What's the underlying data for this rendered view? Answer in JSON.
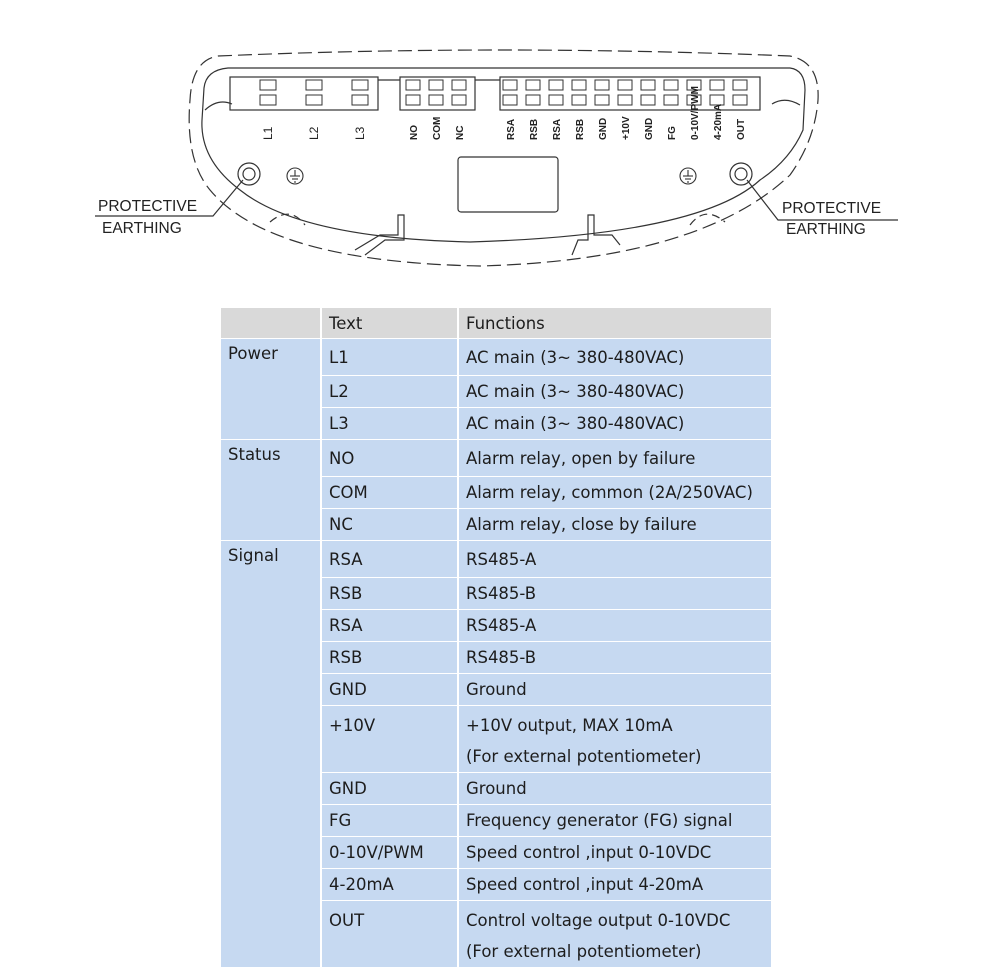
{
  "diagram": {
    "terminal_labels": [
      "L1",
      "L2",
      "L3",
      "NO",
      "COM",
      "NC",
      "RSA",
      "RSB",
      "RSA",
      "RSB",
      "GND",
      "+10V",
      "GND",
      "FG",
      "0-10V/PWM",
      "4-20mA",
      "OUT"
    ],
    "protective_earthing_left": {
      "line1": "PROTECTIVE",
      "line2": "EARTHING"
    },
    "protective_earthing_right": {
      "line1": "PROTECTIVE",
      "line2": "EARTHING"
    },
    "earth_icon": "earth-ground-icon"
  },
  "table": {
    "headers": [
      "",
      "Text",
      "Functions"
    ],
    "groups": [
      {
        "name": "Power",
        "rows": [
          {
            "text": "L1",
            "function": "AC main (3~ 380-480VAC)"
          },
          {
            "text": "L2",
            "function": "AC main (3~ 380-480VAC)"
          },
          {
            "text": "L3",
            "function": "AC main (3~ 380-480VAC)"
          }
        ]
      },
      {
        "name": "Status",
        "rows": [
          {
            "text": "NO",
            "function": "Alarm relay, open by failure"
          },
          {
            "text": "COM",
            "function": "Alarm relay, common (2A/250VAC)"
          },
          {
            "text": "NC",
            "function": "Alarm relay, close by failure"
          }
        ]
      },
      {
        "name": "Signal",
        "rows": [
          {
            "text": "RSA",
            "function": "RS485-A"
          },
          {
            "text": "RSB",
            "function": "RS485-B"
          },
          {
            "text": "RSA",
            "function": "RS485-A"
          },
          {
            "text": "RSB",
            "function": "RS485-B"
          },
          {
            "text": "GND",
            "function": "Ground"
          },
          {
            "text": "+10V",
            "function": "+10V output, MAX 10mA",
            "function_line2": "(For external potentiometer)"
          },
          {
            "text": "GND",
            "function": "Ground"
          },
          {
            "text": "FG",
            "function": "Frequency generator (FG) signal"
          },
          {
            "text": "0-10V/PWM",
            "function": "Speed control ,input 0-10VDC"
          },
          {
            "text": "4-20mA",
            "function": "Speed control ,input 4-20mA"
          },
          {
            "text": "OUT",
            "function": "Control voltage output 0-10VDC",
            "function_line2": "(For external potentiometer)"
          }
        ]
      }
    ]
  },
  "colors": {
    "header_bg": "#d9d9d9",
    "cell_bg": "#c6d9f1",
    "line": "#333333"
  }
}
